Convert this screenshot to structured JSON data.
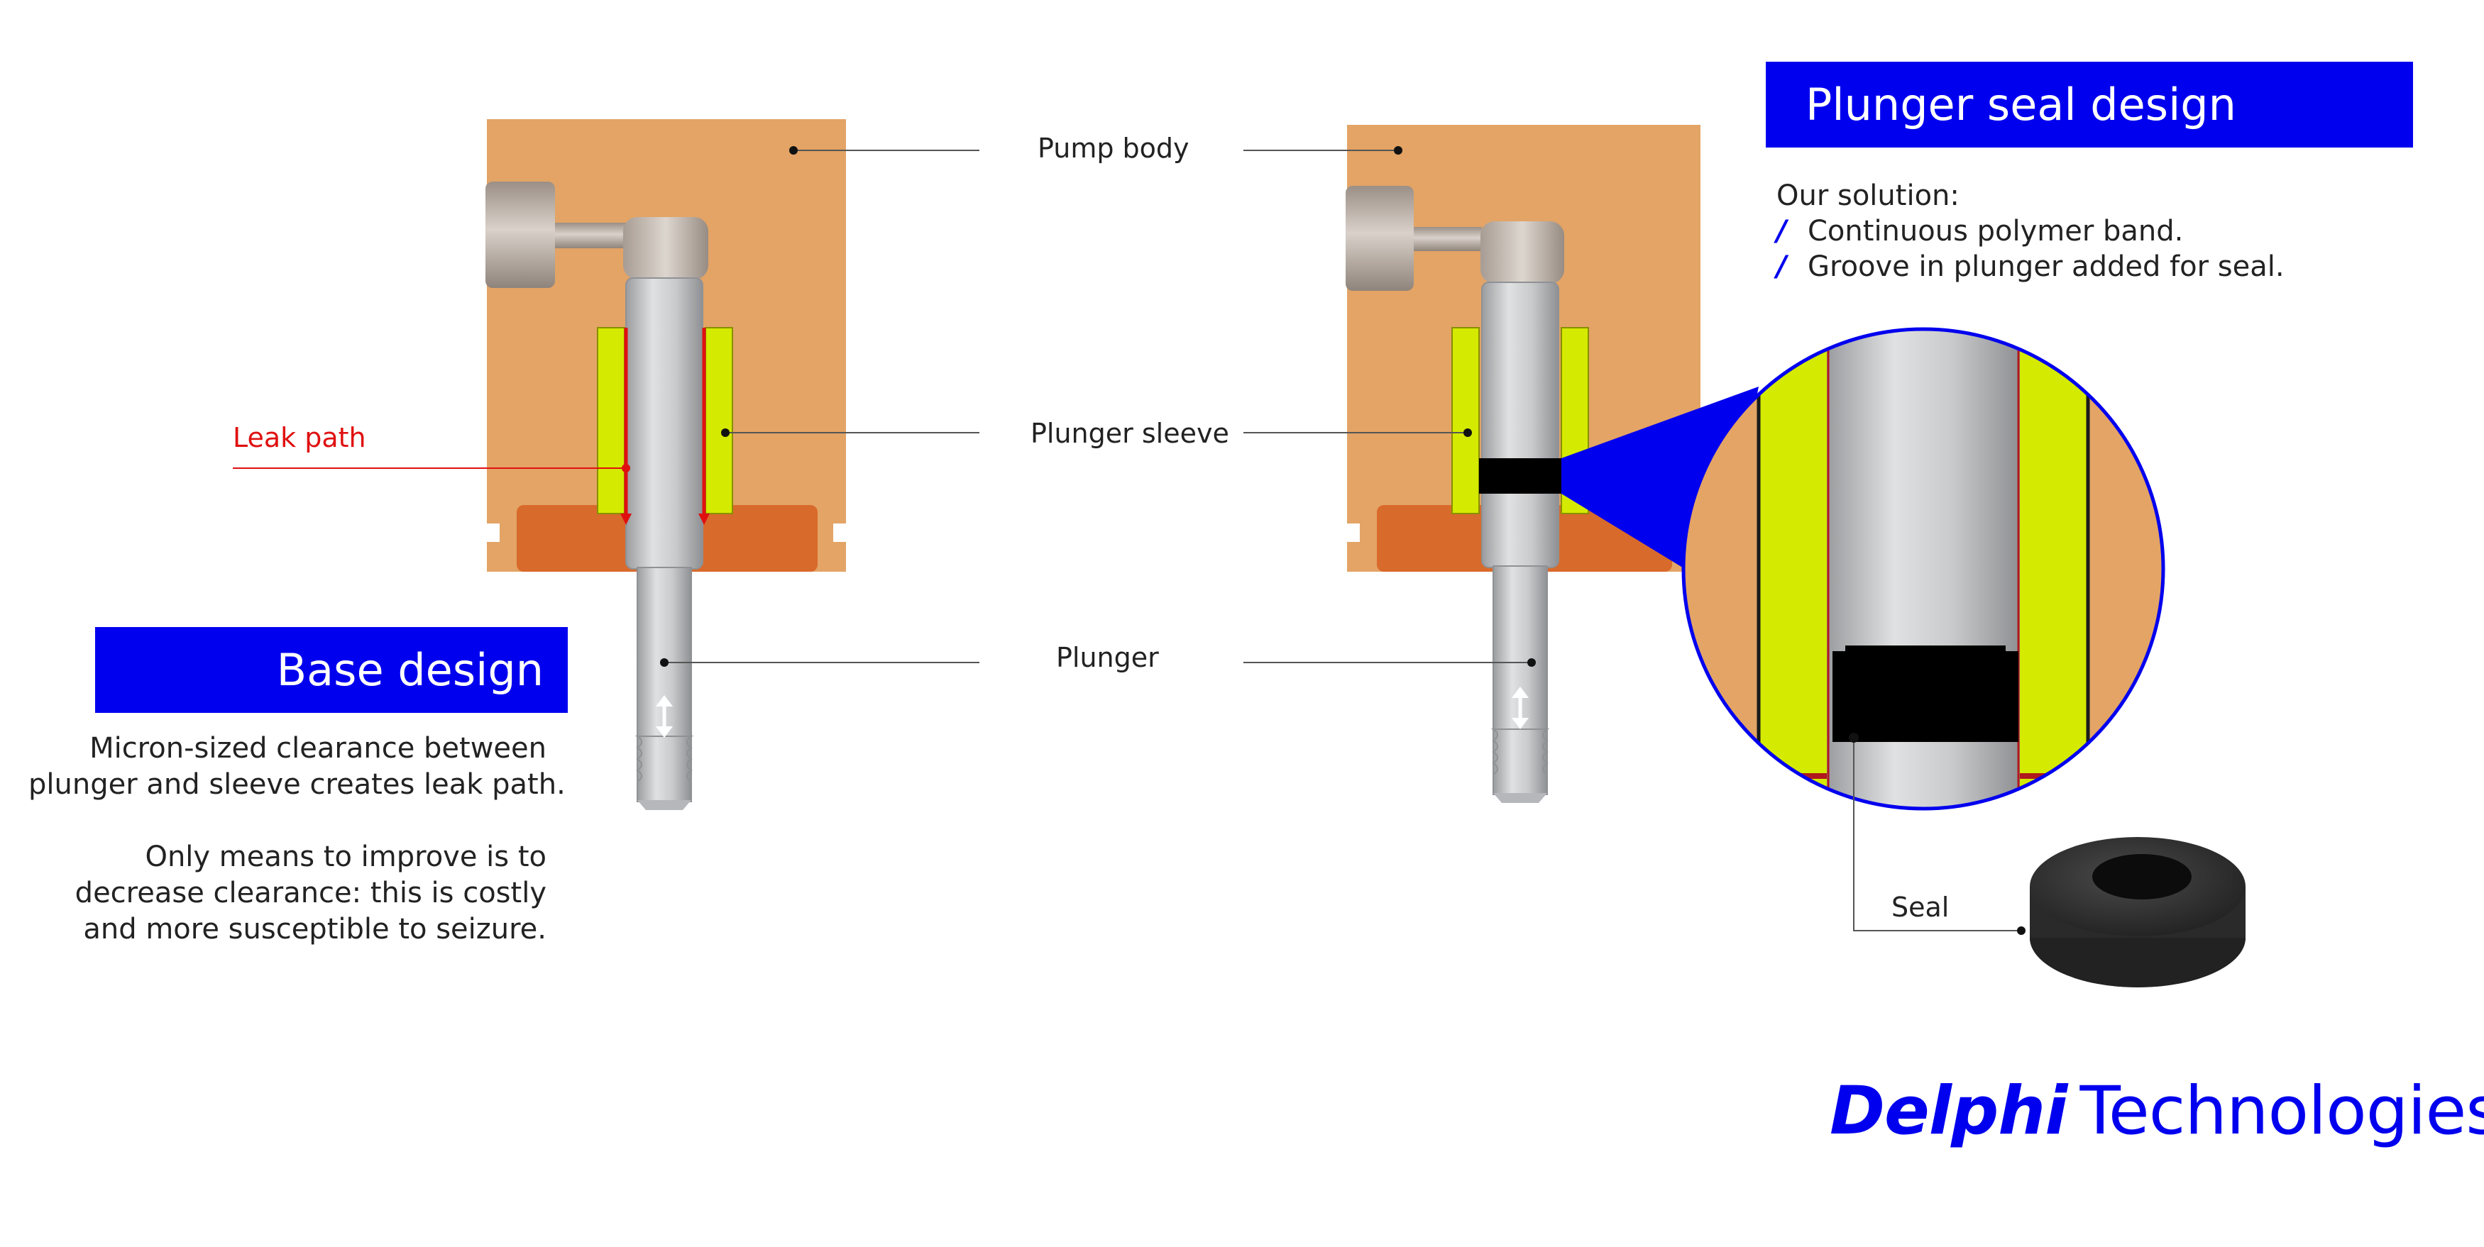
{
  "banners": {
    "base_design": "Base design",
    "seal_design": "Plunger seal design"
  },
  "callouts": {
    "pump_body": "Pump body",
    "plunger_sleeve": "Plunger sleeve",
    "plunger": "Plunger",
    "leak_path": "Leak path",
    "seal": "Seal"
  },
  "base_description": {
    "paragraph_1": [
      "Micron-sized clearance between",
      "plunger and sleeve creates leak path."
    ],
    "paragraph_2": [
      "Only means to improve is to",
      "decrease clearance: this is costly",
      "and more susceptible to seizure."
    ]
  },
  "solution": {
    "heading": "Our solution:",
    "items": [
      "Continuous polymer band.",
      "Groove in plunger added for seal."
    ]
  },
  "logo": {
    "word_1": "Delphi",
    "word_2": "Technologies"
  },
  "colors": {
    "brand_blue": "#0000ee",
    "pump_body": "#e3a466",
    "pump_base": "#d86a2b",
    "sleeve": "#d4ea00",
    "plunger": "#c4c6c8",
    "leak": "#e01010",
    "seal": "#000000"
  },
  "icons": {
    "motion": "double-arrow-icon",
    "bullet": "slash-bullet-icon"
  }
}
